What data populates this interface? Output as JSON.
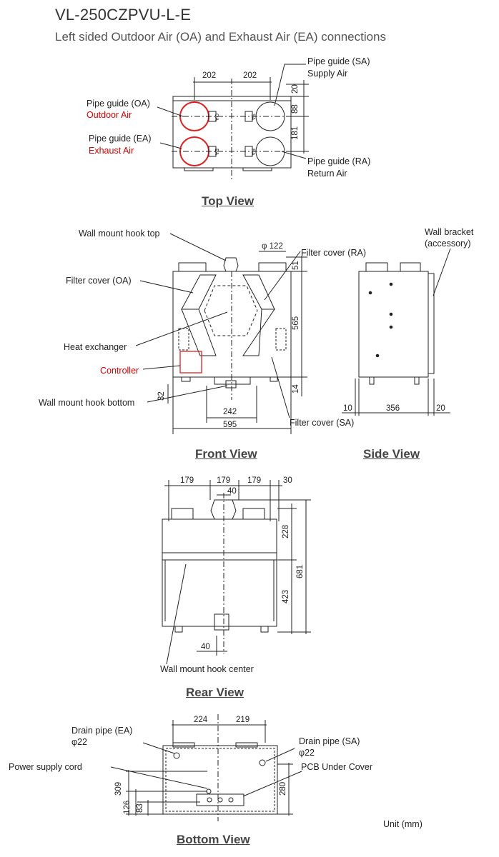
{
  "model": "VL-250CZPVU-L-E",
  "subtitle": "Left sided Outdoor Air (OA) and Exhaust Air (EA) connections",
  "unit": "Unit (mm)",
  "views": {
    "top": "Top View",
    "front": "Front View",
    "side": "Side View",
    "rear": "Rear View",
    "bottom": "Bottom View"
  },
  "top_view": {
    "pipe_oa": "Pipe guide (OA)",
    "outdoor_air": "Outdoor Air",
    "pipe_ea": "Pipe guide (EA)",
    "exhaust_air": "Exhaust Air",
    "pipe_sa": "Pipe guide (SA)",
    "supply_air": "Supply Air",
    "pipe_ra": "Pipe guide (RA)",
    "return_air": "Return Air",
    "dims": {
      "w1": "202",
      "w2": "202",
      "h1": "20",
      "h2": "88",
      "h3": "181"
    },
    "tags": {
      "oa": "OA",
      "ea": "EA",
      "sa": "SA",
      "ra": "RA"
    }
  },
  "front_view": {
    "hook_top": "Wall mount hook top",
    "filter_oa": "Filter cover (OA)",
    "filter_ra": "Filter cover (RA)",
    "filter_sa": "Filter cover (SA)",
    "heat_exchanger": "Heat exchanger",
    "controller": "Controller",
    "hook_bottom": "Wall mount hook bottom",
    "dims": {
      "phi": "φ 122",
      "d51": "51",
      "d565": "565",
      "d14": "14",
      "d32": "32",
      "d242": "242",
      "d595": "595"
    }
  },
  "side_view": {
    "wall_bracket": "Wall bracket",
    "accessory": "(accessory)",
    "dims": {
      "d10": "10",
      "d356": "356",
      "d20": "20"
    }
  },
  "rear_view": {
    "hook_center": "Wall mount hook center",
    "dims": {
      "d179a": "179",
      "d179b": "179",
      "d179c": "179",
      "d30": "30",
      "d40t": "40",
      "d228": "228",
      "d681": "681",
      "d423": "423",
      "d40b": "40"
    }
  },
  "bottom_view": {
    "drain_ea": "Drain pipe (EA)",
    "phi22a": "φ22",
    "drain_sa": "Drain pipe (SA)",
    "phi22b": "φ22",
    "power": "Power supply cord",
    "pcb": "PCB Under Cover",
    "dims": {
      "d224": "224",
      "d219": "219",
      "d309": "309",
      "d126": "126",
      "d83": "83",
      "d280": "280"
    }
  }
}
